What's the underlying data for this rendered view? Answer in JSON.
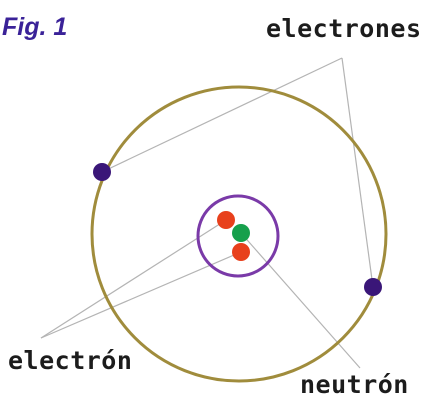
{
  "figure": {
    "title": "Fig. 1"
  },
  "labels": {
    "electrones": "electrones",
    "electron": "electrón",
    "neutron": "neutrón"
  },
  "colors": {
    "title": "#3a2298",
    "orbit": "#a08c3c",
    "nucleus_ring": "#7a3aa8",
    "electron_dot": "#3a1678",
    "proton_dot": "#e8401c",
    "neutron_dot": "#16a04c",
    "leader_line": "#b4b4b4",
    "label_text": "#1c1c1c"
  }
}
